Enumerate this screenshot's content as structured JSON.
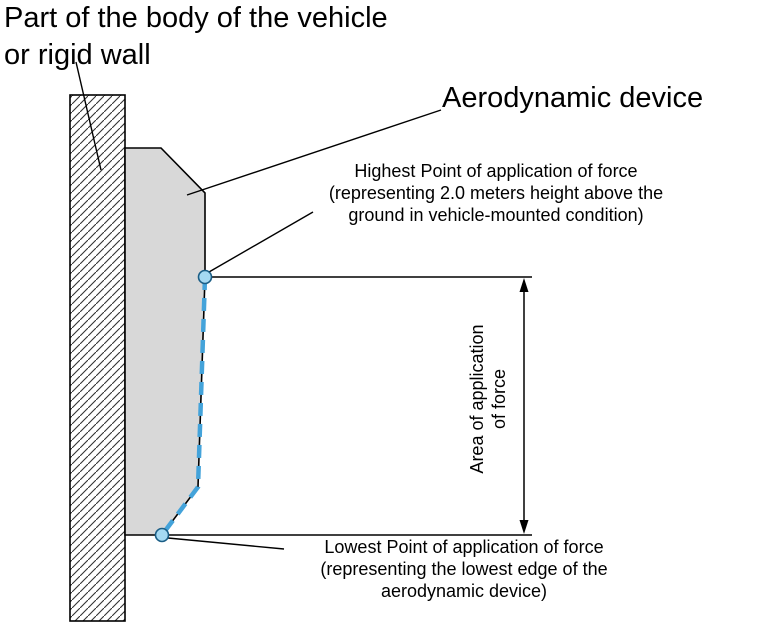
{
  "labels": {
    "wall": {
      "line1": "Part of the body of the vehicle",
      "line2": "or rigid wall"
    },
    "device": "Aerodynamic device",
    "highest": {
      "line1": "Highest Point of application of force",
      "line2": "(representing 2.0 meters height above the",
      "line3": "ground in vehicle-mounted condition)"
    },
    "lowest": {
      "line1": "Lowest Point of application of force",
      "line2": "(representing the lowest edge of the",
      "line3": "aerodynamic device)"
    },
    "area": {
      "line1": "Area of application",
      "line2": "of force"
    }
  },
  "colors": {
    "background": "#ffffff",
    "device_fill": "#d8d8d8",
    "outline": "#000000",
    "dashed_line": "#44a3da",
    "point_fill": "#a5d9f2",
    "point_stroke": "#1b5e86",
    "text": "#000000"
  }
}
